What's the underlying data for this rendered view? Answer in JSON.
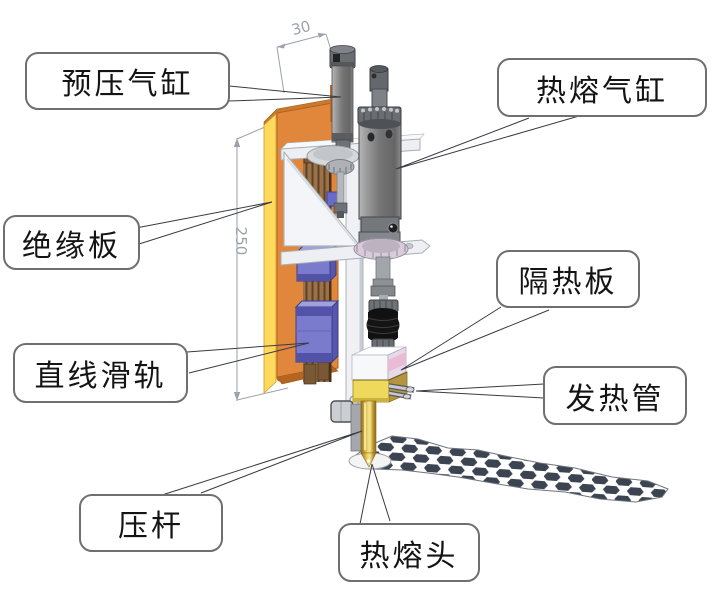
{
  "callouts": [
    {
      "id": "pre-press-cylinder",
      "text": "预压气缸"
    },
    {
      "id": "hot-melt-cylinder",
      "text": "热熔气缸"
    },
    {
      "id": "insulation-plate",
      "text": "绝缘板"
    },
    {
      "id": "heat-insulation-plate",
      "text": "隔热板"
    },
    {
      "id": "linear-slide-rail",
      "text": "直线滑轨"
    },
    {
      "id": "heating-tube",
      "text": "发热管"
    },
    {
      "id": "press-rod",
      "text": "压杆"
    },
    {
      "id": "hot-melt-head",
      "text": "热熔头"
    }
  ],
  "dimensions": {
    "top_offset": "30",
    "plate_height": "250"
  },
  "colors": {
    "insulation_plate_front": "#E1873C",
    "insulation_plate_edge": "#FFDA5C",
    "slider_blue": "#7B7BCE",
    "heater_block_yellow": "#EED95C",
    "hot_melt_head_brass": "#D8B84A",
    "cylinder_gray": "#757575",
    "leader_line": "#3A3A44"
  }
}
